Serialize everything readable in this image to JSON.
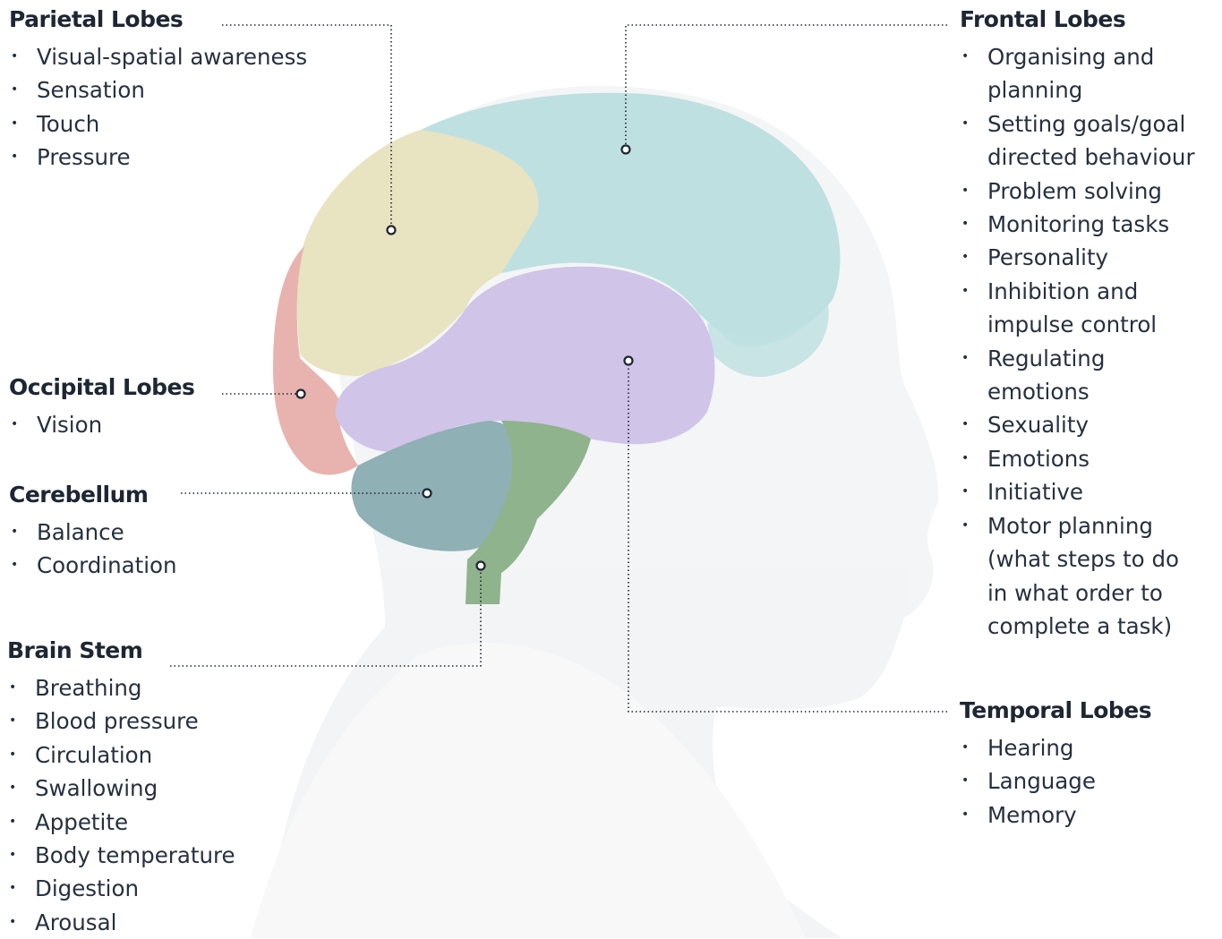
{
  "lobes": {
    "parietal": {
      "title": "Parietal Lobes",
      "items": [
        "Visual-spatial awareness",
        "Sensation",
        "Touch",
        "Pressure"
      ],
      "color": "#e8e3c0"
    },
    "occipital": {
      "title": "Occipital Lobes",
      "items": [
        "Vision"
      ],
      "color": "#e8b3ae"
    },
    "cerebellum": {
      "title": "Cerebellum",
      "items": [
        "Balance",
        "Coordination"
      ],
      "color": "#8fb0b5"
    },
    "brain_stem": {
      "title": "Brain Stem",
      "items": [
        "Breathing",
        "Blood pressure",
        "Circulation",
        "Swallowing",
        "Appetite",
        "Body temperature",
        "Digestion",
        "Arousal"
      ],
      "color": "#8fb38c"
    },
    "frontal": {
      "title": "Frontal Lobes",
      "items": [
        "Organising and",
        "planning",
        "Setting goals/goal",
        "directed behaviour",
        "Problem solving",
        "Monitoring tasks",
        "Personality",
        "Inhibition and",
        "impulse control",
        "Regulating",
        "emotions",
        "Sexuality",
        "Emotions",
        "Initiative",
        "Motor planning",
        "(what steps to do",
        "in what order to",
        "complete a task)"
      ],
      "color": "#bfe0e0"
    },
    "temporal": {
      "title": "Temporal Lobes",
      "items": [
        "Hearing",
        "Language",
        "Memory"
      ],
      "color": "#d0c4e8"
    }
  }
}
